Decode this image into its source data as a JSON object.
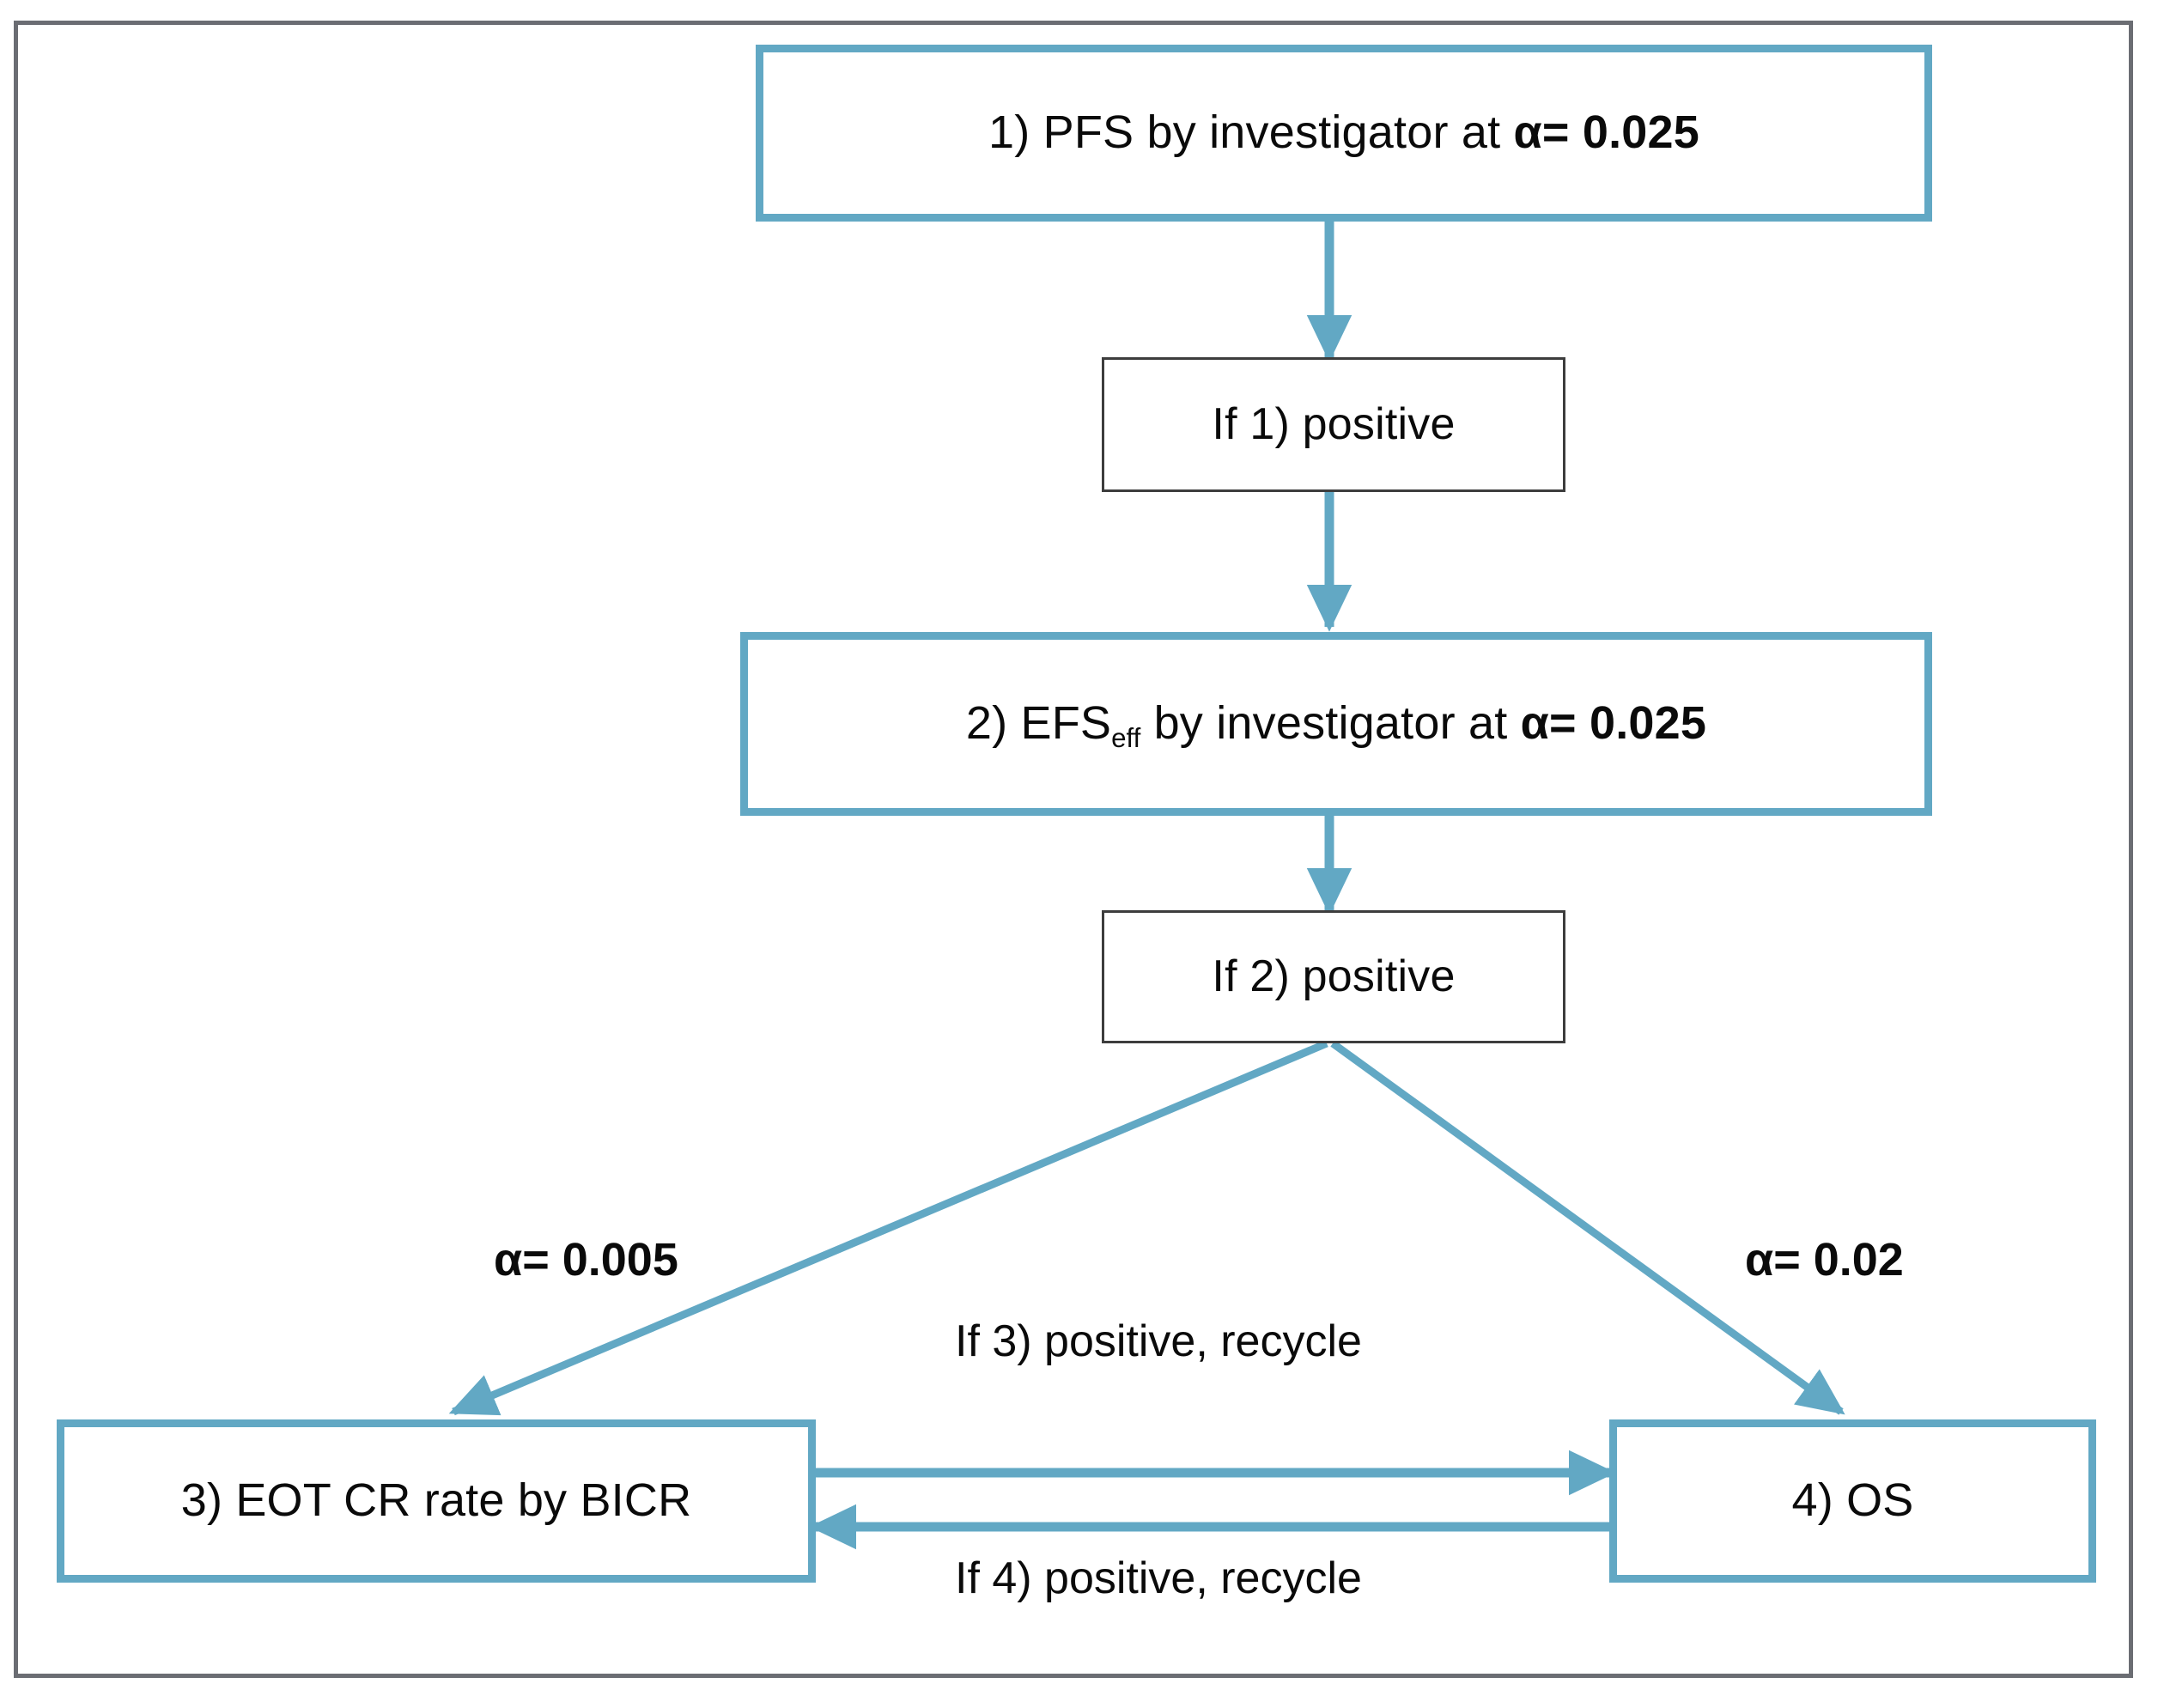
{
  "figure": {
    "type": "flowchart",
    "title": "Hierarchical testing strategy with alpha recycling",
    "accent_color": "#62a8c4",
    "frame_color": "#6b6d73",
    "text_color": "#0a0a0a",
    "background": "#ffffff"
  },
  "nodes": [
    {
      "id": "pfs",
      "style": "primary",
      "prefix": "1) PFS by investigator at ",
      "symbol": "α",
      "equals": "= ",
      "value": "0.025",
      "full_text": "1) PFS by investigator at α= 0.025"
    },
    {
      "id": "if1",
      "style": "condition",
      "full_text": "If 1) positive"
    },
    {
      "id": "efs",
      "style": "primary",
      "prefix": "2) EFS",
      "subscript": "eff",
      "middle": " by investigator at ",
      "symbol": "α",
      "equals": "= ",
      "value": "0.025",
      "full_text": "2) EFS eff by investigator at α= 0.025"
    },
    {
      "id": "if2",
      "style": "condition",
      "full_text": "If 2) positive"
    },
    {
      "id": "eot",
      "style": "primary",
      "full_text": "3) EOT CR rate by BICR"
    },
    {
      "id": "os",
      "style": "primary",
      "full_text": "4) OS"
    }
  ],
  "edge_labels": {
    "alpha_left_symbol": "α",
    "alpha_left_value": "= 0.005",
    "alpha_right_symbol": "α",
    "alpha_right_value": "= 0.02",
    "recycle_top": "If 3) positive, recycle",
    "recycle_bottom": "If 4) positive, recycle"
  },
  "edges": [
    {
      "from": "pfs",
      "to": "if1",
      "kind": "arrow-down"
    },
    {
      "from": "if1",
      "to": "efs",
      "kind": "arrow-down"
    },
    {
      "from": "efs",
      "to": "if2",
      "kind": "arrow-down"
    },
    {
      "from": "if2",
      "to": "eot",
      "kind": "arrow-diagonal-left",
      "label": "α= 0.005"
    },
    {
      "from": "if2",
      "to": "os",
      "kind": "arrow-diagonal-right",
      "label": "α= 0.02"
    },
    {
      "from": "eot",
      "to": "os",
      "kind": "arrow-right",
      "label": "If 3) positive, recycle"
    },
    {
      "from": "os",
      "to": "eot",
      "kind": "arrow-left",
      "label": "If 4) positive, recycle"
    }
  ]
}
